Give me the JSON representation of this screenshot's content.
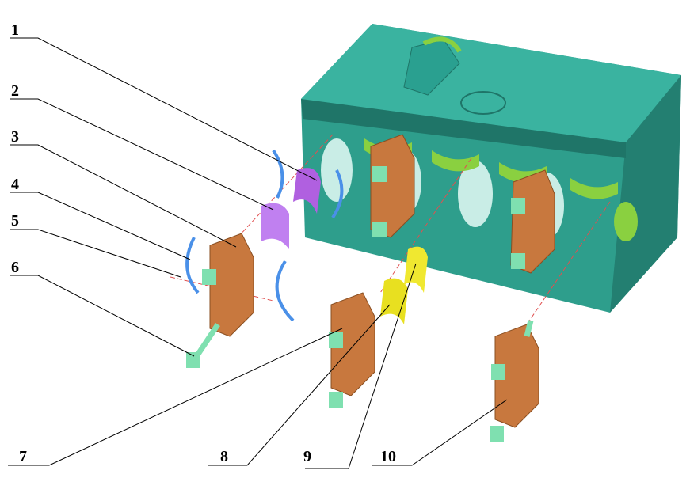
{
  "labels": [
    "1",
    "2",
    "3",
    "4",
    "5",
    "6",
    "7",
    "8",
    "9",
    "10"
  ],
  "colors": {
    "block": "#2e9e8c",
    "block_dark": "#1f7568",
    "bearing_cap": "#c8783e",
    "bolt": "#7fe0b0",
    "upper_bearing_shell": "#b060e0",
    "thrust_washer": "#4a90e8",
    "lower_bearing_shell": "#e8e020",
    "journal_highlight": "#8ad040",
    "axis_line": "#e05050"
  }
}
